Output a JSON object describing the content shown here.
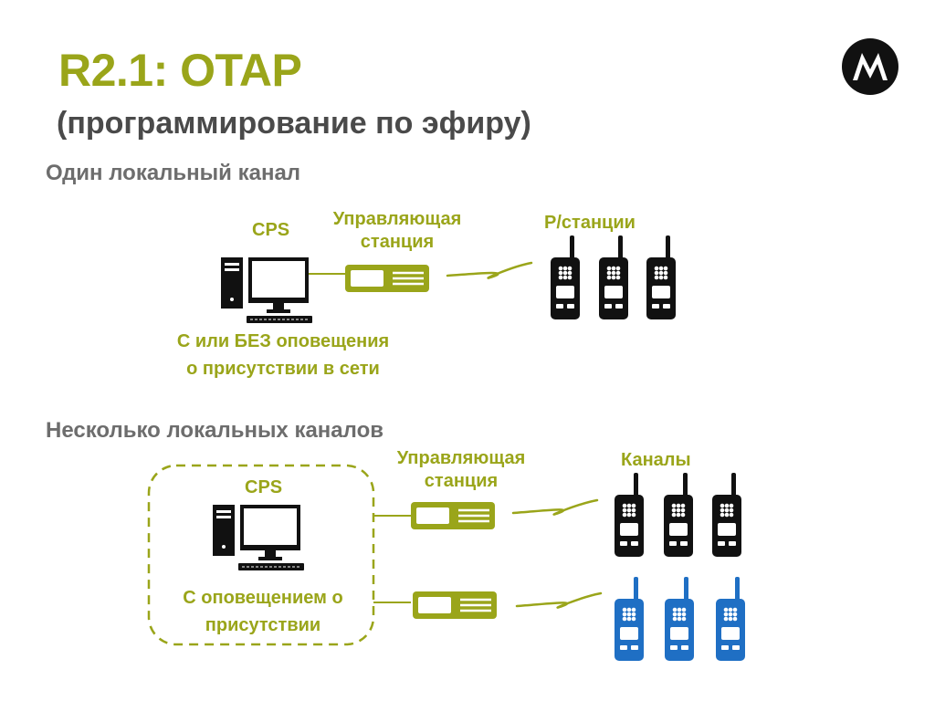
{
  "header": {
    "title": "R2.1: OTAP",
    "subtitle": "(программирование по эфиру)"
  },
  "logo": {
    "icon": "motorola-logo-icon"
  },
  "colors": {
    "accent": "#9aa51a",
    "dark_radio": "#111111",
    "blue_radio": "#1f6fc4",
    "text_gray": "#6d6d6d"
  },
  "section_single": {
    "heading": "Один локальный канал",
    "cps_label": "CPS",
    "control_station_label_line1": "Управляющая",
    "control_station_label_line2": "станция",
    "radios_label": "Р/станции",
    "note_line1": "С или БЕЗ оповещения",
    "note_line2": "о присутствии в сети"
  },
  "section_multi": {
    "heading": "Несколько локальных каналов",
    "cps_label": "CPS",
    "control_station_label_line1": "Управляющая",
    "control_station_label_line2": "станция",
    "channels_label": "Каналы",
    "note_line1": "С оповещением о",
    "note_line2": "присутствии"
  }
}
